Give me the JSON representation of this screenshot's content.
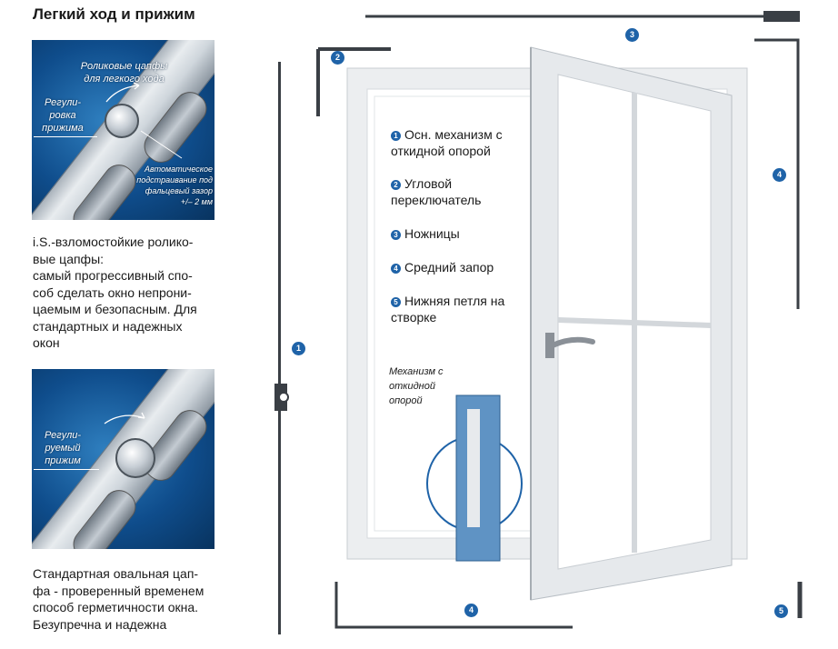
{
  "title": "Легкий ход и прижим",
  "photo1": {
    "label_rollers": "Роликовые цапфы\nдля легкого хода",
    "label_adjust": "Регули-\nровка\nприжима",
    "label_auto": "Автоматическое\nподстраивание под\nфальцевый зазор\n+/– 2 мм"
  },
  "text1": "i.S.-взломостойкие ролико-\nвые цапфы:\nсамый прогрессивный спо-\nсоб сделать окно непрони-\nцаемым и безопасным. Для\nстандартных и надежных\nокон",
  "photo2": {
    "label_adjust": "Регули-\nруемый\nприжим"
  },
  "text2": "Стандартная овальная цап-\nфа - проверенный временем\nспособ герметичности окна.\nБезупречна и надежна",
  "legend": [
    {
      "num": "1",
      "text": "Осн. механизм с\nоткидной опорой"
    },
    {
      "num": "2",
      "text": "Угловой\nпереключатель"
    },
    {
      "num": "3",
      "text": "Ножницы"
    },
    {
      "num": "4",
      "text": "Средний запор"
    },
    {
      "num": "5",
      "text": "Нижняя петля на\nстворке"
    }
  ],
  "mechanism_caption": "Механизм с\nоткидной\nопорой",
  "markers": {
    "m1": "1",
    "m2": "2",
    "m3": "3",
    "m4_right": "4",
    "m4_bottom": "4",
    "m5": "5"
  },
  "colors": {
    "marker": "#1f63a8",
    "photo_blue": "#0f4d8c",
    "frame": "#e9ecee"
  }
}
